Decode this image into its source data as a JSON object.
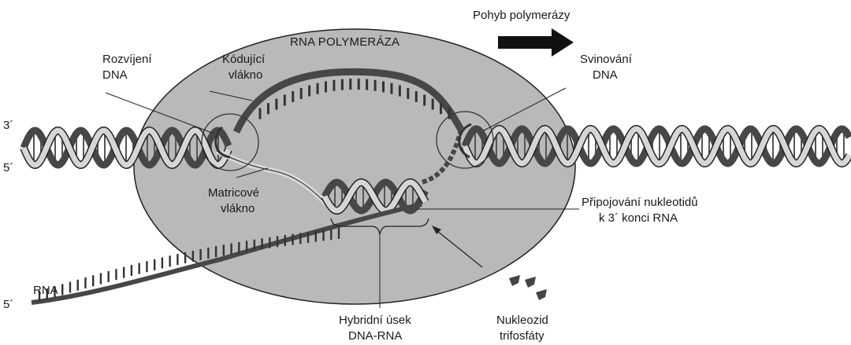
{
  "diagram": {
    "title": "RNA POLYMERÁZA",
    "movement_label": "Pohyb polymerázy",
    "labels": {
      "unwinding_line1": "Rozvíjení",
      "unwinding_line2": "DNA",
      "coding_line1": "Kódující",
      "coding_line2": "vlákno",
      "rewinding_line1": "Svinování",
      "rewinding_line2": "DNA",
      "template_line1": "Matricové",
      "template_line2": "vlákno",
      "addition_line1": "Připojování nukleotidů",
      "addition_line2": "k 3´ konci RNA",
      "hybrid_line1": "Hybridní úsek",
      "hybrid_line2": "DNA-RNA",
      "ntp_line1": "Nukleozid",
      "ntp_line2": "trifosfáty"
    },
    "ends": {
      "dna_top": "3´",
      "dna_bottom": "5´",
      "rna_label": "RNA",
      "rna_end": "5´"
    },
    "colors": {
      "enzyme": "#b9b9b9",
      "strand_light": "#d6d6d6",
      "strand_dark": "#474747",
      "outline": "#222222"
    }
  }
}
